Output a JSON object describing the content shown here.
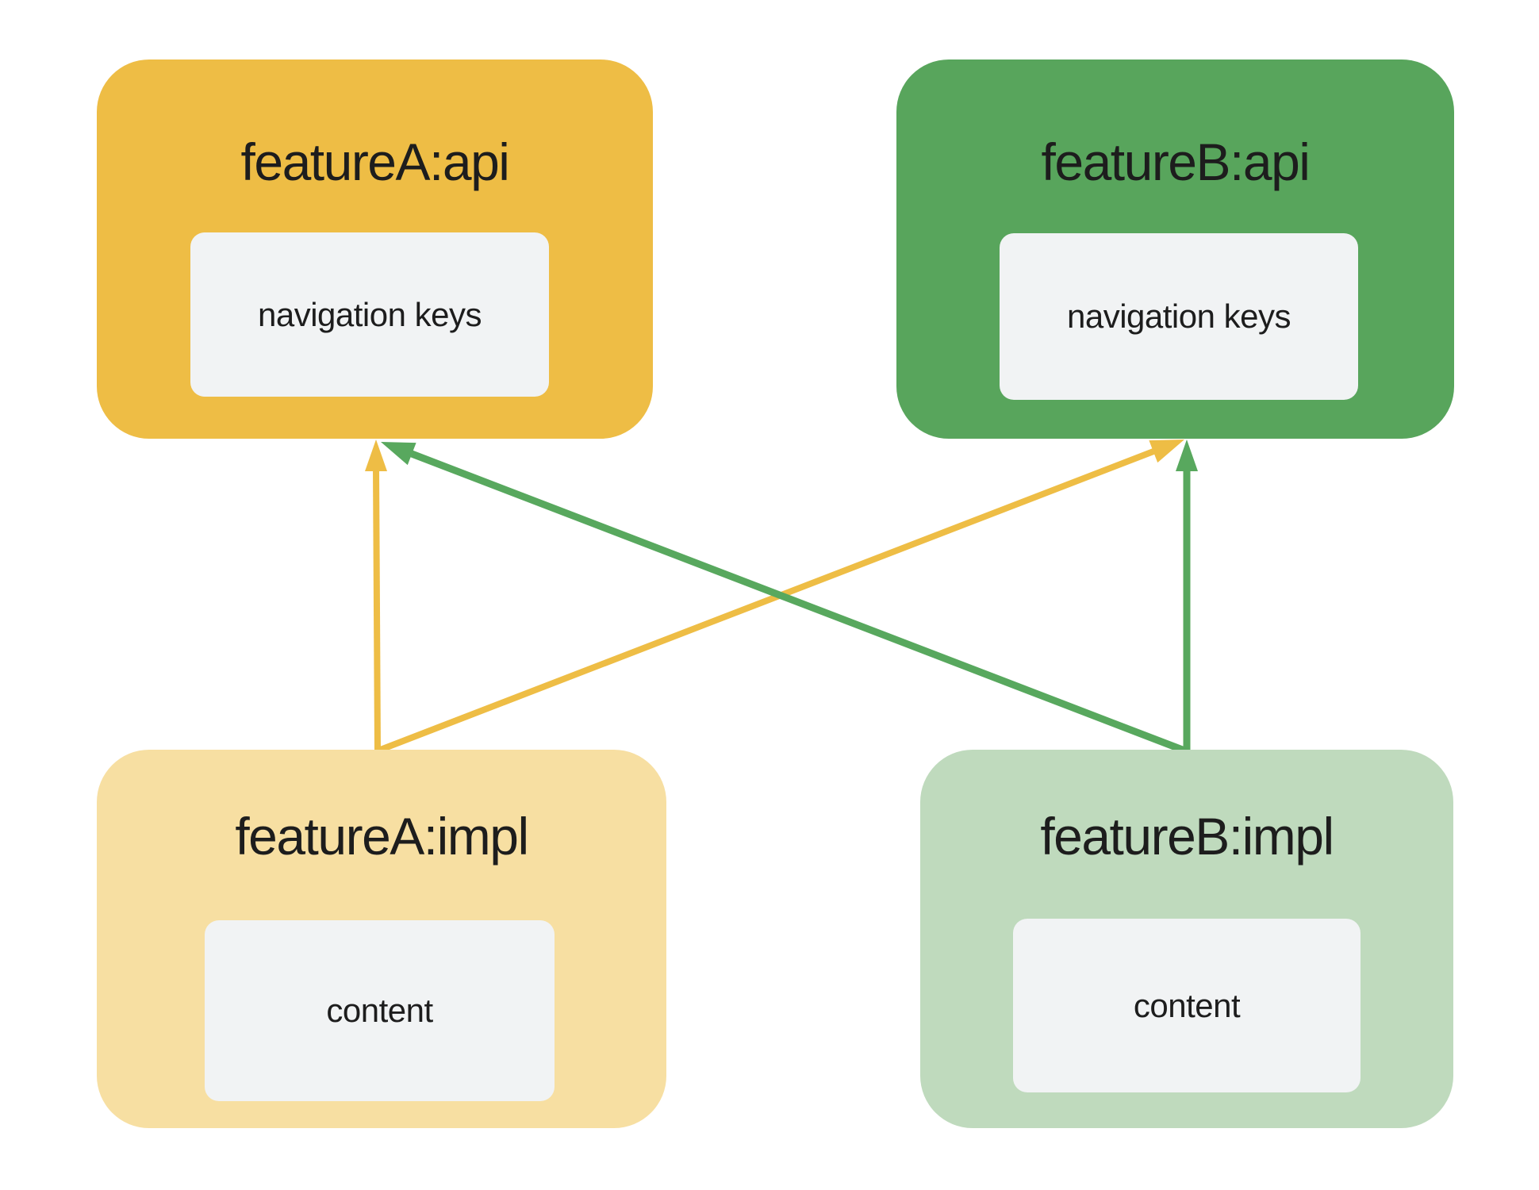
{
  "diagram": {
    "title": "feature module dependency diagram",
    "background": "#ffffff",
    "text_color": "#1d1d1d",
    "inner_box_color": "#F1F3F4",
    "nodes": [
      {
        "id": "featureA:api",
        "title": "featureA:api",
        "inner_label": "navigation keys",
        "bg": "#EEBD45"
      },
      {
        "id": "featureB:api",
        "title": "featureB:api",
        "inner_label": "navigation keys",
        "bg": "#58A55C"
      },
      {
        "id": "featureA:impl",
        "title": "featureA:impl",
        "inner_label": "content",
        "bg": "#F7DFA2"
      },
      {
        "id": "featureB:impl",
        "title": "featureB:impl",
        "inner_label": "content",
        "bg": "#BFDABD"
      }
    ],
    "edges": [
      {
        "from": "featureA:impl",
        "to": "featureA:api",
        "color": "#EEBD45",
        "style": "solid-arrow"
      },
      {
        "from": "featureA:impl",
        "to": "featureB:api",
        "color": "#EEBD45",
        "style": "solid-arrow"
      },
      {
        "from": "featureB:impl",
        "to": "featureB:api",
        "color": "#58A85E",
        "style": "solid-arrow"
      },
      {
        "from": "featureB:impl",
        "to": "featureA:api",
        "color": "#58A85E",
        "style": "solid-arrow"
      }
    ]
  }
}
